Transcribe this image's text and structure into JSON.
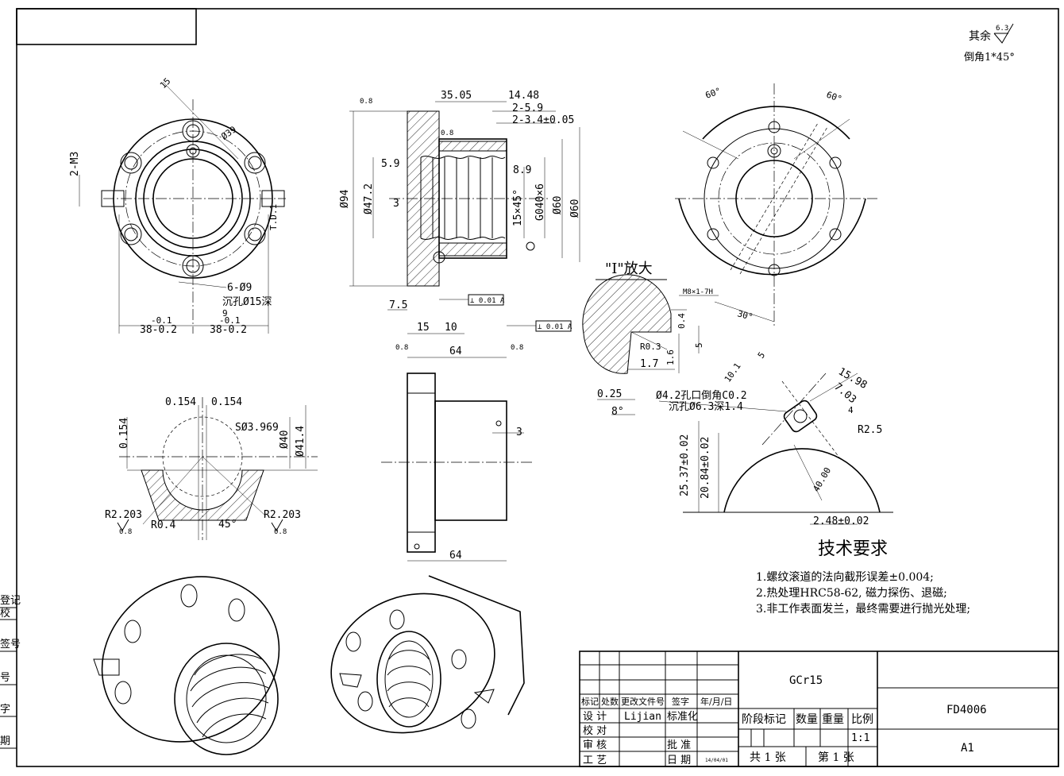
{
  "surface_note": {
    "line1": "其余",
    "roughness_value": "6.3",
    "line2": "倒角1*45°"
  },
  "front_view": {
    "d_bolt": "2-M3",
    "flange_hole_note": "6-Ø9",
    "counterbore_note": "沉孔Ø15深",
    "counterbore_depth": "9",
    "width_tol_left": "-0.1",
    "width_left": "38-0.2",
    "width_tol_right": "-0.1",
    "width_right": "38-0.2",
    "dim_15": "15",
    "dim_d39": "Ø39",
    "dim_side": "T.D.1"
  },
  "section_view": {
    "d94": "Ø94",
    "d47": "Ø47.2",
    "len_35": "35.05",
    "len_14": "14.48",
    "dim_2_5_9": "2-5.9",
    "dim_2_3_4": "2-3.4±0.05",
    "dim_5_9": "5.9",
    "dim_3": "3",
    "dim_8_9": "8.9",
    "dim_15_45": "15×45°",
    "thread": "G040×6",
    "d60a": "Ø60",
    "d60b": "Ø60",
    "len_7_5": "7.5",
    "len_15": "15",
    "len_10": "10",
    "len_64": "64",
    "rough_08a": "0.8",
    "rough_08b": "0.8",
    "rough_08c": "0.8",
    "rough_08d": "0.8",
    "gdt1": "⊥ 0.01 A",
    "gdt2": "⊥ 0.01 A"
  },
  "right_view": {
    "angle_60a": "60°",
    "angle_60b": "60°",
    "angle_30": "30°",
    "thread_note": "M8×1-7H"
  },
  "detail_i": {
    "title": "\"I\"放大",
    "r0_3": "R0.3",
    "dim_1_7": "1.7",
    "dim_0_25": "0.25",
    "angle_8": "8°",
    "dim_0_4": "0.4",
    "dim_1_6": "1.6",
    "dim_5": "5"
  },
  "profile_view": {
    "dim_0154a": "0.154",
    "dim_0154b": "0.154",
    "dim_0154c": "0.154",
    "ball": "SØ3.969",
    "d40": "Ø40",
    "d41": "Ø41.4",
    "r_left": "R2.203",
    "r_mid": "R0.4",
    "angle_45": "45°",
    "r_right": "R2.203",
    "rough_a": "0.8",
    "rough_b": "0.8"
  },
  "side_view": {
    "len_64": "64",
    "dim_3": "3"
  },
  "hole_detail": {
    "hole_note": "Ø4.2孔口倒角C0.2",
    "cbore_note": "沉孔Ø6.3深1.4",
    "dim_5": "5",
    "dim_10": "10.1",
    "dim_15_98": "15.98",
    "dim_7_03": "7.03",
    "dim_40": "40.00",
    "r2_5": "R2.5",
    "h25": "25.37±0.02",
    "h20": "20.84±0.02",
    "w248": "2.48±0.02",
    "dim_4": "4"
  },
  "tech_req": {
    "title": "技术要求",
    "items": [
      "1.螺纹滚道的法向截形误差±0.004;",
      "2.热处理HRC58-62, 磁力探伤、退磁;",
      "3.非工作表面发兰，最终需要进行抛光处理;"
    ]
  },
  "left_margin": [
    "登记",
    "校",
    "签号",
    "号",
    "字",
    "期"
  ],
  "title_block": {
    "material": "GCr15",
    "part_no": "FD4006",
    "sheet_size": "A1",
    "headers": [
      "标记",
      "处数",
      "更改文件号",
      "签字",
      "年/月/日"
    ],
    "design_label": "设 计",
    "designer": "Lijian",
    "std_label": "标准化",
    "check_label": "校 对",
    "review_label": "审 核",
    "approve_label": "批 准",
    "process_label": "工 艺",
    "date_label": "日 期",
    "date_value": "14/04/01",
    "stage_label": "阶段标记",
    "qty_label": "数量",
    "weight_label": "重量",
    "scale_label": "比例",
    "scale_value": "1:1",
    "total_sheets": "共 1 张",
    "sheet_no": "第 1 张"
  }
}
